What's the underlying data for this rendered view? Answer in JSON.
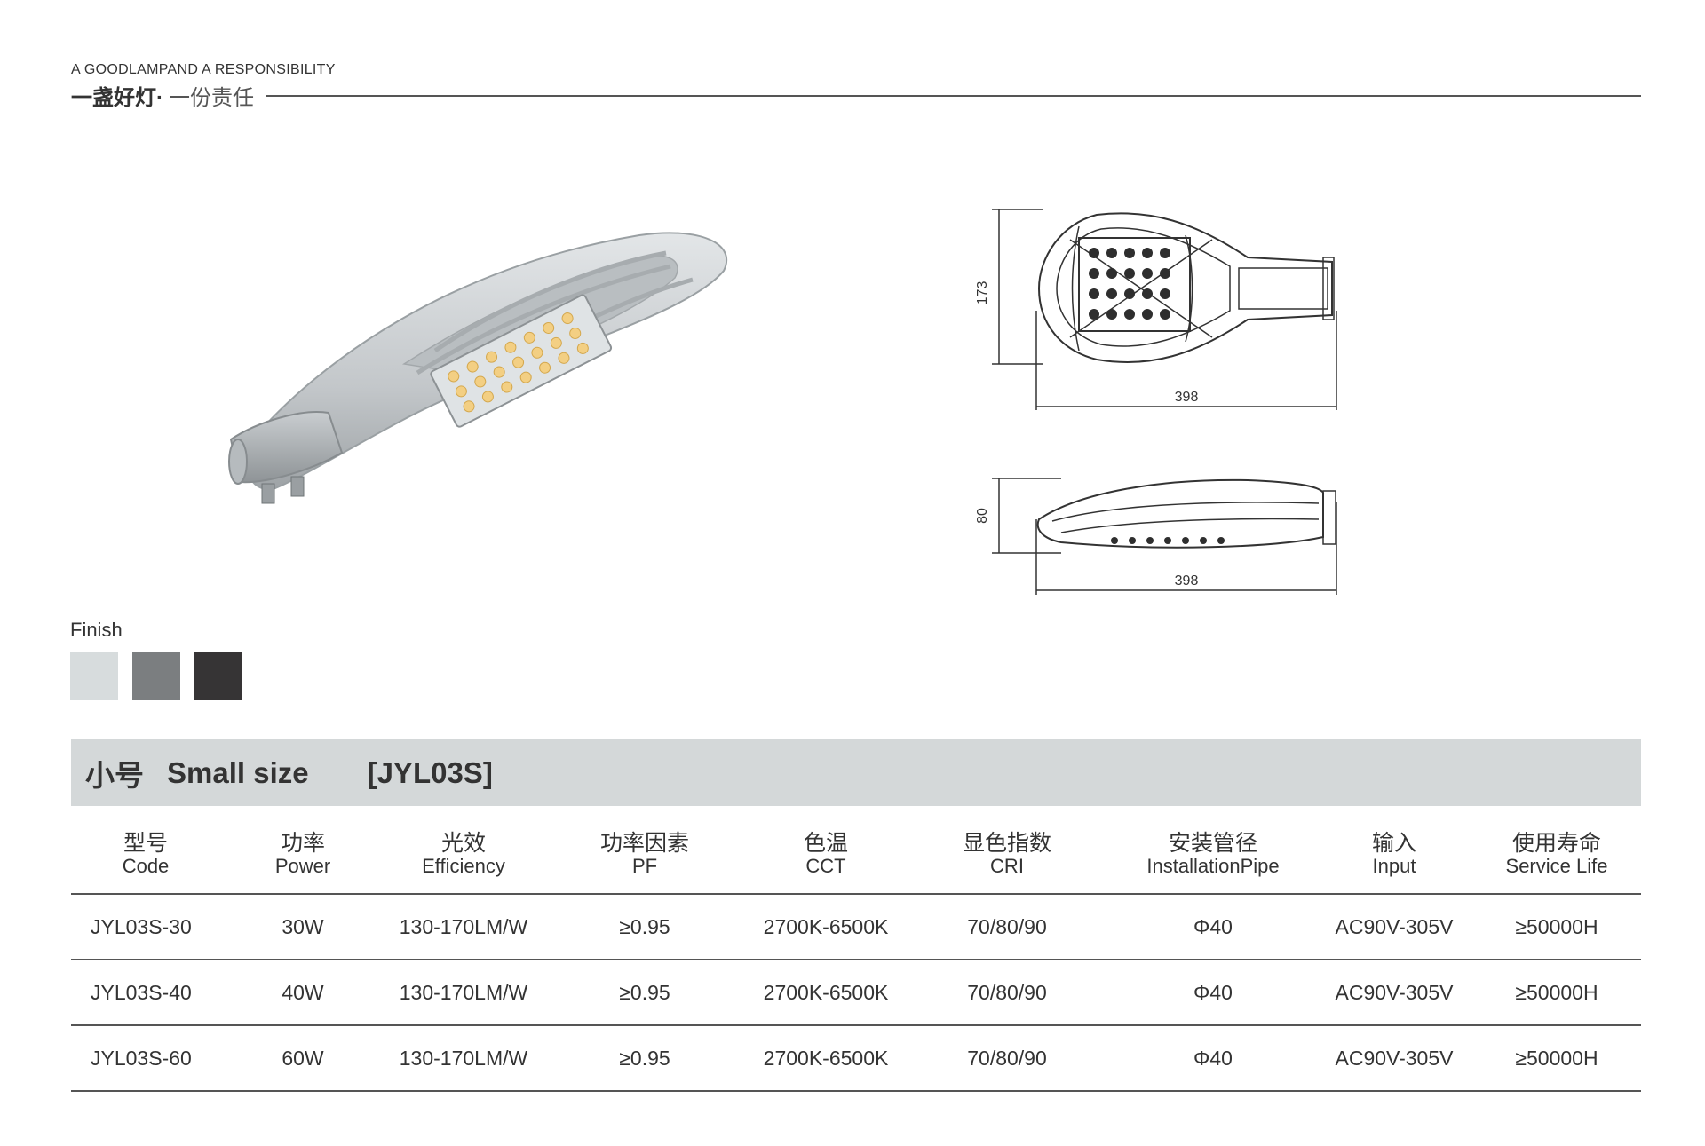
{
  "header": {
    "tagline_en": "A GOODLAMPAND A RESPONSIBILITY",
    "tagline_cn_bold": "一盏好灯·",
    "tagline_cn_light": "一份责任"
  },
  "drawings": {
    "top_height": "173",
    "top_width": "398",
    "side_height": "80",
    "side_width": "398"
  },
  "finish": {
    "label": "Finish",
    "colors": [
      "#d7dcdd",
      "#7b7e80",
      "#363435"
    ]
  },
  "size_bar": {
    "cn": "小号",
    "en": "Small size",
    "code": "[JYL03S]"
  },
  "table": {
    "headers": [
      {
        "cn": "型号",
        "en": "Code"
      },
      {
        "cn": "功率",
        "en": "Power"
      },
      {
        "cn": "光效",
        "en": "Efficiency"
      },
      {
        "cn": "功率因素",
        "en": "PF"
      },
      {
        "cn": "色温",
        "en": "CCT"
      },
      {
        "cn": "显色指数",
        "en": "CRI"
      },
      {
        "cn": "安装管径",
        "en": "InstallationPipe"
      },
      {
        "cn": "输入",
        "en": "Input"
      },
      {
        "cn": "使用寿命",
        "en": "Service Life"
      }
    ],
    "rows": [
      [
        "JYL03S-30",
        "30W",
        "130-170LM/W",
        "≥0.95",
        "2700K-6500K",
        "70/80/90",
        "Φ40",
        "AC90V-305V",
        "≥50000H"
      ],
      [
        "JYL03S-40",
        "40W",
        "130-170LM/W",
        "≥0.95",
        "2700K-6500K",
        "70/80/90",
        "Φ40",
        "AC90V-305V",
        "≥50000H"
      ],
      [
        "JYL03S-60",
        "60W",
        "130-170LM/W",
        "≥0.95",
        "2700K-6500K",
        "70/80/90",
        "Φ40",
        "AC90V-305V",
        "≥50000H"
      ]
    ]
  }
}
